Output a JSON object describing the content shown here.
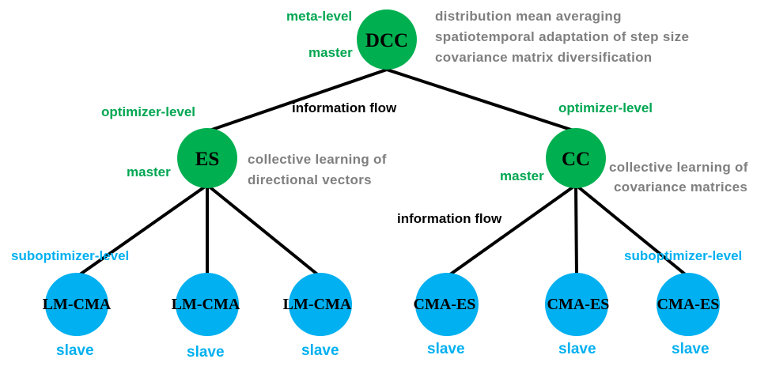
{
  "root": {
    "label": "DCC",
    "level": "meta-level",
    "role": "master",
    "notes": [
      "distribution  mean averaging",
      "spatiotemporal  adaptation  of step size",
      "covariance matrix  diversification"
    ]
  },
  "flow_labels": {
    "top": "information  flow",
    "right": "information  flow"
  },
  "left_branch": {
    "label": "ES",
    "level": "optimizer-level",
    "role": "master",
    "notes": [
      "collective learning  of",
      "directional  vectors"
    ],
    "sublevel": "suboptimizer-level",
    "children": [
      {
        "label": "LM-CMA",
        "role": "slave"
      },
      {
        "label": "LM-CMA",
        "role": "slave"
      },
      {
        "label": "LM-CMA",
        "role": "slave"
      }
    ]
  },
  "right_branch": {
    "label": "CC",
    "level": "optimizer-level",
    "role": "master",
    "notes": [
      "collective learning  of",
      "covariance matrices"
    ],
    "sublevel": "suboptimizer-level",
    "children": [
      {
        "label": "CMA-ES",
        "role": "slave"
      },
      {
        "label": "CMA-ES",
        "role": "slave"
      },
      {
        "label": "CMA-ES",
        "role": "slave"
      }
    ]
  },
  "colors": {
    "green_node": "#00b050",
    "green_text": "#00a651",
    "blue_node": "#00b0f0",
    "blue_text": "#00b0f0",
    "note_gray": "#7f7f7f",
    "edge": "#000000"
  }
}
